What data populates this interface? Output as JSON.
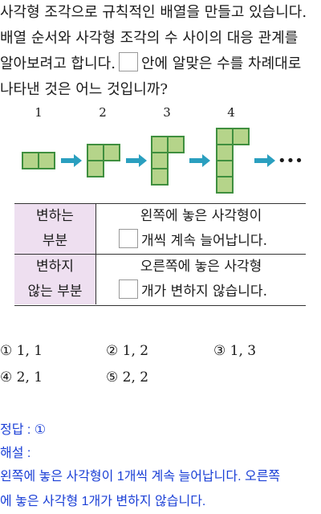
{
  "question": {
    "lines": [
      "사각형 조각으로 규칙적인 배열을 만들고 있습니다.",
      "배열 순서와 사각형 조각의 수 사이의 대응 관계를",
      "알아보려고 합니다.",
      "안에 알맞은 수를 차례대로",
      "나타낸 것은 어느 것입니까?"
    ]
  },
  "figure": {
    "stages": [
      "1",
      "2",
      "3",
      "4"
    ],
    "ellipsis": "•••",
    "square_fill": "#b5d48a",
    "square_stroke": "#3f8f3f",
    "arrow_color": "#2a9fbf"
  },
  "table": {
    "row1_head": [
      "변하는",
      "부분"
    ],
    "row1_body_line1": "왼쪽에 놓은 사각형이",
    "row1_body_line2": "개씩 계속 늘어납니다.",
    "row2_head": [
      "변하지",
      "않는 부분"
    ],
    "row2_body_line1": "오른쪽에 놓은 사각형",
    "row2_body_line2": "개가 변하지 않습니다.",
    "head_bg": "#eedff0"
  },
  "choices": [
    "① 1, 1",
    "② 1, 2",
    "③ 1, 3",
    "④ 2, 1",
    "⑤ 2, 2"
  ],
  "answer": {
    "label": "정답 : ①",
    "explain_label": "해설 :",
    "explain_lines": [
      "왼쪽에 놓은 사각형이 1개씩 계속 늘어납니다. 오른쪽",
      "에 놓은 사각형 1개가 변하지 않습니다."
    ],
    "color": "#1a3fd6"
  }
}
